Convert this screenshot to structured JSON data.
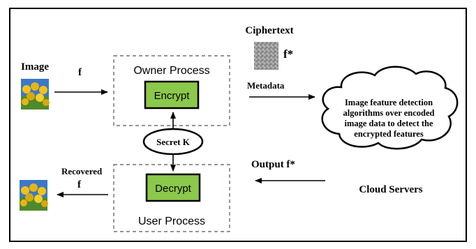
{
  "labels": {
    "image": "Image",
    "f_input": "f",
    "owner_process": "Owner Process",
    "encrypt": "Encrypt",
    "ciphertext": "Ciphertext",
    "f_star": "f*",
    "metadata": "Metadata",
    "secret_k": "Secret K",
    "cloud_lines": [
      "Image feature detection",
      "algorithms over encoded",
      "image data  to detect the",
      "encrypted  features"
    ],
    "output": "Output  f*",
    "cloud_servers": "Cloud Servers",
    "recovered": "Recovered",
    "f_recovered": "f",
    "decrypt": "Decrypt",
    "user_process": "User Process"
  },
  "colors": {
    "process_box_fill": "#8cc84b",
    "ciphertext_fill": "#9a9a9a",
    "line": "#000000",
    "flower_sky": "#3b78c8",
    "flower_petal": "#f2c21a",
    "flower_stem": "#4f8a2a"
  },
  "icons": {
    "input_image": "flower-photo-icon",
    "recovered_image": "flower-photo-icon",
    "ciphertext": "noise-square-icon",
    "cloud": "cloud-icon"
  }
}
